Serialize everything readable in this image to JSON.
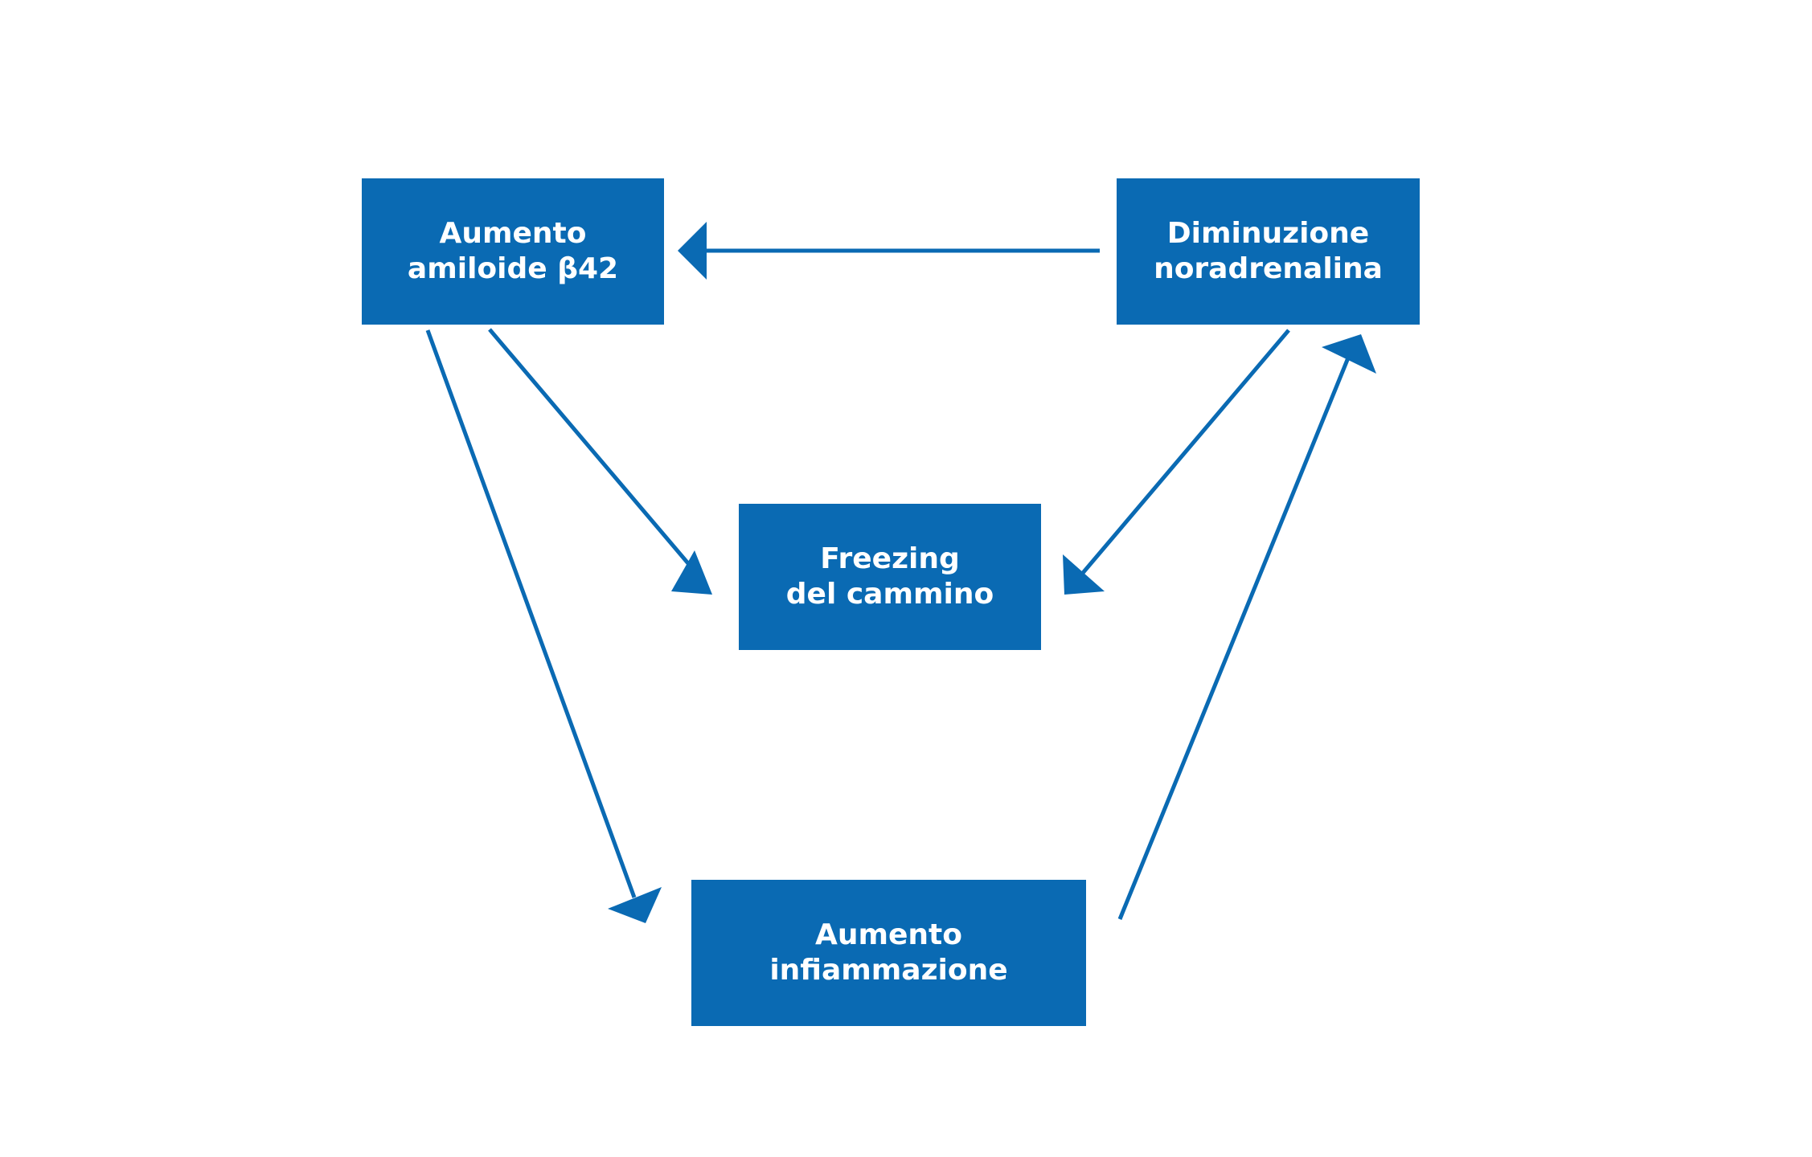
{
  "colors": {
    "box_fill": "#0a6ab3",
    "arrow": "#0a6ab3",
    "text": "#ffffff",
    "background": "#ffffff"
  },
  "nodes": {
    "amiloide": {
      "label": "Aumento\namiloide β42"
    },
    "noradrenalina": {
      "label": "Diminuzione\nnoradrenalina"
    },
    "freezing": {
      "label": "Freezing\ndel cammino"
    },
    "infiammazione": {
      "label": "Aumento\ninfiammazione"
    }
  },
  "edges": [
    {
      "from": "noradrenalina",
      "to": "amiloide"
    },
    {
      "from": "amiloide",
      "to": "freezing"
    },
    {
      "from": "amiloide",
      "to": "infiammazione"
    },
    {
      "from": "noradrenalina",
      "to": "freezing"
    },
    {
      "from": "infiammazione",
      "to": "noradrenalina"
    }
  ]
}
